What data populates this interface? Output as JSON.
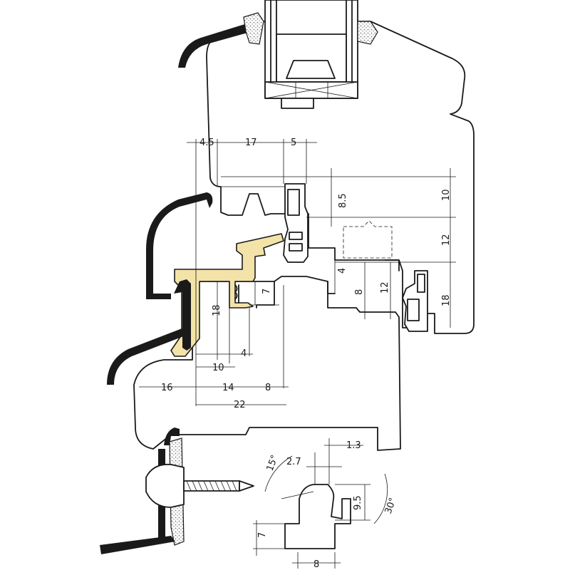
{
  "colors": {
    "line": "#1a1a1a",
    "background": "#ffffff",
    "adapter_profile": "#f3e3a8",
    "seal_hatch": "#9a9a9a"
  },
  "dimensions": {
    "top_4_5": "4.5",
    "top_17": "17",
    "top_5": "5",
    "right_8_5": "8.5",
    "right_10": "10",
    "right_12": "12",
    "right_18": "18",
    "mid_4": "4",
    "mid_8": "8",
    "mid_12": "12",
    "adapter_7": "7",
    "adapter_18": "18",
    "adapter_4": "4",
    "adapter_10": "10",
    "bottom_16": "16",
    "bottom_14": "14",
    "bottom_8": "8",
    "bottom_22": "22"
  },
  "detail": {
    "dim_1_3": "1.3",
    "dim_2_7": "2.7",
    "angle_15": "15°",
    "dim_9_5": "9.5",
    "angle_30": "30°",
    "dim_7": "7",
    "dim_8": "8"
  },
  "icons": [
    "screw-icon"
  ]
}
